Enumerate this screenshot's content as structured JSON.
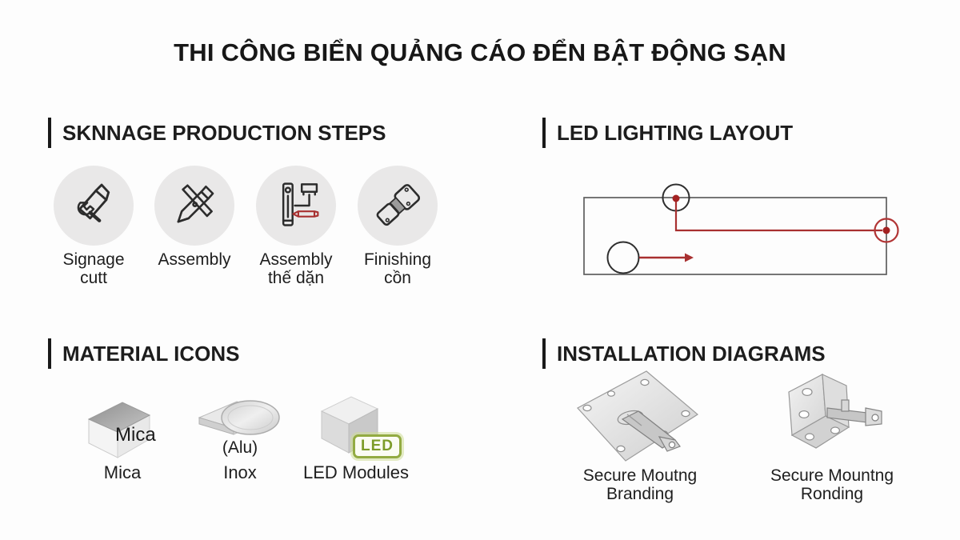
{
  "title": "THI CÔNG BIỂN QUẢNG CÁO ĐỂN BẬT ĐỘNG SẠN",
  "sections": {
    "steps": {
      "heading": "SKNNAGE PRODUCTION STEPS",
      "items": [
        {
          "icon": "cutter-wrench-icon",
          "label_line1": "Signage",
          "label_line2": "cutt"
        },
        {
          "icon": "crossed-pens-icon",
          "label_line1": "Assembly",
          "label_line2": ""
        },
        {
          "icon": "bracket-clamp-icon",
          "label_line1": "Assembly",
          "label_line2": "thế dặn"
        },
        {
          "icon": "crimp-tool-icon",
          "label_line1": "Finishing",
          "label_line2": "cồn"
        }
      ]
    },
    "led_layout": {
      "heading": "LED LIGHTING LAYOUT"
    },
    "materials": {
      "heading": "MATERIAL ICONS",
      "items": [
        {
          "icon": "mica-sheet-icon",
          "overlay": "Mica",
          "caption": "Mica"
        },
        {
          "icon": "inox-disc-icon",
          "overlay": "(Alu)",
          "caption": "Inox"
        },
        {
          "icon": "led-cube-icon",
          "overlay": "LED",
          "caption": "LED Modules"
        }
      ]
    },
    "installation": {
      "heading": "INSTALLATION DIAGRAMS",
      "items": [
        {
          "icon": "mounting-plate-icon",
          "caption_line1": "Secure Moutng",
          "caption_line2": "Branding"
        },
        {
          "icon": "mounting-bracket-icon",
          "caption_line1": "Secure Mountng",
          "caption_line2": "Ronding"
        }
      ]
    }
  },
  "colors": {
    "accent_red": "#a83030",
    "dot_red": "#a32222",
    "circle_bg": "#e9e8e8",
    "stroke_dark": "#2c2c2c",
    "panel_outline": "#5f5f5f",
    "led_green": "#7d9c2a",
    "text": "#1b1b1b"
  }
}
